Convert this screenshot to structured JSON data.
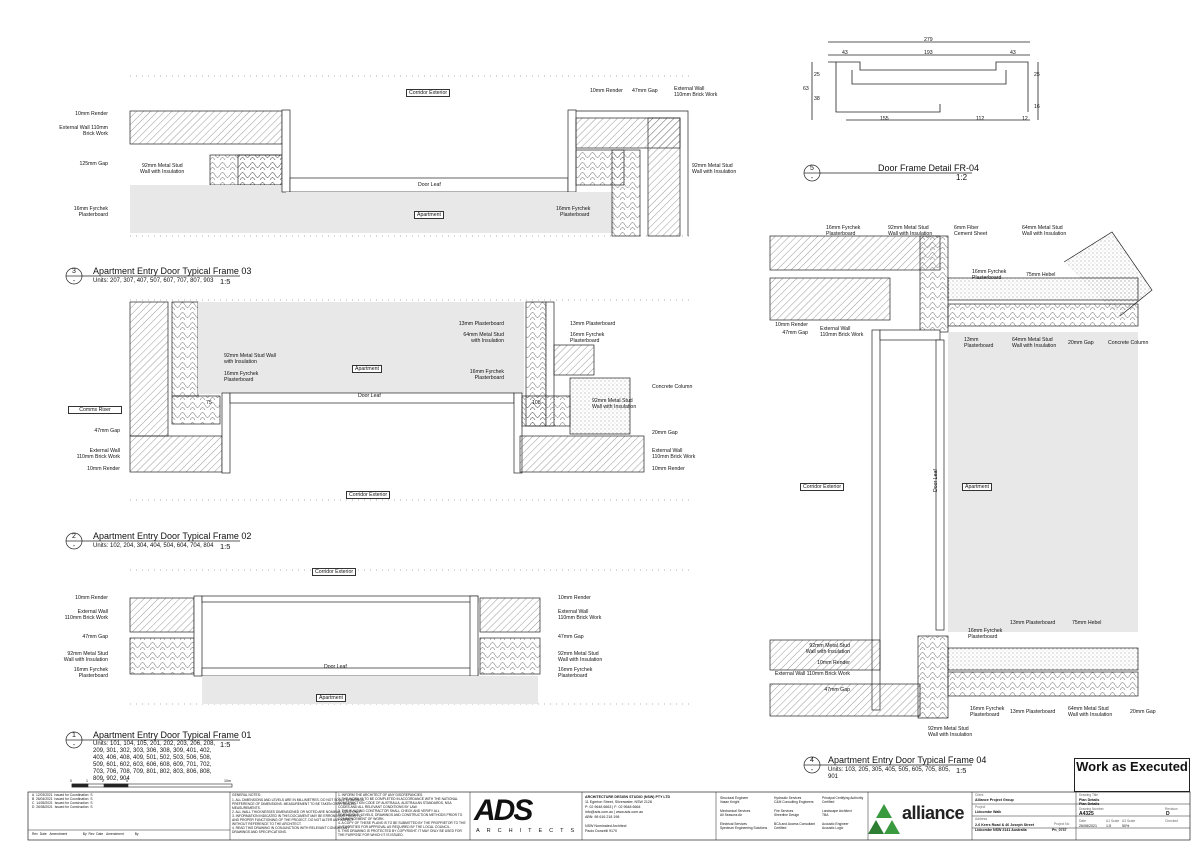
{
  "colors": {
    "line": "#222222",
    "hatch": "#444444",
    "fill_grey": "#e6e6e6",
    "green": "#3a9a40"
  },
  "stamp": "Work as Executed",
  "details": {
    "d1": {
      "num": "1",
      "sheet": "-",
      "title": "Apartment Entry Door Typical Frame 01",
      "scale": "1:5",
      "units": [
        "Units: 101, 104, 105, 201, 202, 203, 206, 208,",
        "209, 301, 302, 303, 306, 308, 309, 401, 402,",
        "403, 406, 408, 409, 501, 502, 503, 506, 508,",
        "509, 601, 602, 603, 606, 608, 609, 701, 702,",
        "703, 706, 708, 709, 801, 802, 803, 806, 808,",
        "809, 902, 904"
      ]
    },
    "d2": {
      "num": "2",
      "sheet": "-",
      "title": "Apartment Entry Door Typical Frame 02",
      "scale": "1:5",
      "units": "Units: 102, 204, 304, 404, 504, 604, 704, 804"
    },
    "d3": {
      "num": "3",
      "sheet": "-",
      "title": "Apartment Entry Door Typical Frame 03",
      "scale": "1:5",
      "units": "Units: 207, 307, 407, 507, 607, 707, 807, 903"
    },
    "d4": {
      "num": "4",
      "sheet": "-",
      "title": "Apartment Entry Door Typical Frame 04",
      "scale": "1:5",
      "units": [
        "Units: 103, 205, 305, 405, 505, 605, 705, 805,",
        "901"
      ]
    },
    "d5": {
      "num": "5",
      "sheet": "-",
      "title": "Door Frame Detail FR-04",
      "scale": "1:2"
    }
  },
  "labels": {
    "corridor_exterior": "Corridor Exterior",
    "apartment": "Apartment",
    "door_leaf": "Door Leaf",
    "comms_riser": "Comms Riser",
    "render10": "10mm Render",
    "ext_wall": "External Wall 110mm",
    "brick": "Brick Work",
    "gap125": "125mm Gap",
    "stud92": "92mm Metal Stud",
    "wall_ins": "Wall with Insulation",
    "fyr16": "16mm Fyrchek",
    "plasterboard": "Plasterboard",
    "gap47": "47mm Gap",
    "ext_wall2": "External Wall",
    "brick110": "110mm Brick Work",
    "pb13": "13mm Plasterboard",
    "stud64": "64mm Metal Stud",
    "with_ins": "with Insulation",
    "concrete_col": "Concrete Column",
    "gap20": "20mm Gap",
    "stud92b": "92mm Metal Stud Wall",
    "fiber6": "6mm Fiber",
    "cement_sheet": "Cement Sheet",
    "hebel75": "75mm Hebel",
    "ext_wall_line": "External Wall 110mm Brick Work",
    "pb13b": "13mm",
    "pb13c": "Plasterboard"
  },
  "dims": {
    "d1": "75",
    "d2": "108",
    "total": "279",
    "a": "43",
    "b": "193",
    "c": "43",
    "d": "155",
    "e": "112",
    "f": "12",
    "g": "25",
    "h": "38",
    "i": "63",
    "j": "25",
    "k": "16"
  },
  "title_block": {
    "rev_header": [
      "Rev",
      "Date",
      "Amendment",
      "By",
      "Rev",
      "Date",
      "Amendment",
      "By"
    ],
    "revs": [
      {
        "rev": "A",
        "date": "12/03/2021",
        "amend": "Issued for Coordination",
        "by": "S"
      },
      {
        "rev": "B",
        "date": "26/04/2021",
        "amend": "Issued for Coordination",
        "by": "S"
      },
      {
        "rev": "C",
        "date": "14/05/2021",
        "amend": "Issued for Construction",
        "by": "S"
      },
      {
        "rev": "D",
        "date": "26/08/2021",
        "amend": "Issued for Construction",
        "by": "S"
      }
    ],
    "general_notes_title": "GENERAL NOTES:",
    "general_notes": [
      "1. ALL DIMENSIONS AND LEVELS ARE IN MILLIMETRES. DO NOT SCALE DRAWINGS.",
      "PREFERENCE OF DIMENSIONS. MEASUREMENT TO BE TAKEN OVER SCALED",
      "MEASUREMENTS.",
      "2. ALL WALL THICKNESSES DIMENSIONED OR NOTED ARE NOMINAL SIZES ONLY.",
      "3. INFORMATION INDICATED IN THIS DOCUMENT MAY BE ERRONEOUS PRIOR TO",
      "AND PROPER FUNCTIONING OF THE PROJECT. DO NOT ALTER ANY ASPECT",
      "WITHOUT REFERENCE TO THE ARCHITECT.",
      "4. READ THIS DRAWING IN CONJUNCTION WITH RELEVANT CONSULTANT",
      "DRAWINGS AND SPECIFICATIONS."
    ],
    "notes2": [
      "1. INFORM THE ARCHITECT OF ANY DISCREPANCIES.",
      "2. THE WORK IS TO BE COMPLETED IN ACCORDANCE WITH THE NATIONAL",
      "CONSTRUCTION CODE OF AUSTRALIA, AUSTRALIAN STANDARDS, NSA",
      "CODES AND ALL RELEVANT CONDITIONS BY LAW.",
      "3. THE BUILDING CONTRACTOR SHALL CHECK AND VERIFY ALL",
      "DIMENSIONS, LEVELS, DRAWINGS AND CONSTRUCTION METHODS PRIOR TO",
      "COMMENCEMENT OF WORK.",
      "4. A COPY OF THESE PLANS IS TO BE SUBMITTED BY THE PROPRIETOR TO THE",
      "AUTHORITIES FOR APPROVAL AS REQUIRED BY THE LOCAL COUNCIL.",
      "5. THIS DRAWING IS PROTECTED BY COPYRIGHT. IT MAY ONLY BE USED FOR",
      "THE PURPOSE FOR WHICH IT IS ISSUED."
    ],
    "firm": [
      "ARCHITECTURE DESIGN STUDIO (NSW) PTY LTD",
      "11 Egerton Street, Silverwater, NSW 2128",
      "P: 02 9648 6663 | F: 02 9648 6664",
      "info@ads.com.au | www.ads.com.au",
      "ABN: 98 616 218 198"
    ],
    "nominated": [
      "NSW Nominated Architect",
      "Paolo Donzelli 9170"
    ],
    "ads_logo": "ADS",
    "ads_sub": "ARCHITECTS",
    "consultants": [
      [
        "Structural Engineer",
        "Vasan Knight"
      ],
      [
        "Mechanical Services",
        "All Seasons Air"
      ],
      [
        "Electrical Services",
        "Spectrum Engineering Solutions"
      ],
      [
        "Hydraulic Services",
        "C&M Consulting Engineers"
      ],
      [
        "Fire Services",
        "Sheerline Design"
      ],
      [
        "BCA and Access Consultant",
        "Certified"
      ],
      [
        "Principal Certifying Authority",
        "Certified"
      ],
      [
        "Landscape Architect",
        "TBA"
      ],
      [
        "Acoustic Engineer",
        "Acoustic Logic"
      ]
    ],
    "alliance": "alliance",
    "client_label": "Client",
    "client": "Alliance Project Group",
    "project_label": "Project",
    "project": "Lidcombe Walk",
    "address_label": "Address",
    "address": [
      "2-6 Kerrs Road & 46 Joseph Street",
      "Lidcombe NSW 2141 Australia"
    ],
    "project_no_label": "Project No",
    "project_no": "Pn_0737",
    "drawing_title_label": "Drawing Title",
    "drawing_title": [
      "Plan Details",
      "Plan Details"
    ],
    "drawing_no_label": "Drawing Number",
    "drawing_no": "A4325",
    "revision_label": "Revision",
    "revision": "D",
    "date_label": "Date",
    "date": "26/08/2021",
    "scale_label": "A1 Scale",
    "scale": "1:5",
    "a3_label": "A3 Scale",
    "a3": "50%",
    "checked_label": "Checked",
    "checked": "",
    "scalebar": [
      "0",
      "1",
      "2",
      "5",
      "10m"
    ]
  }
}
